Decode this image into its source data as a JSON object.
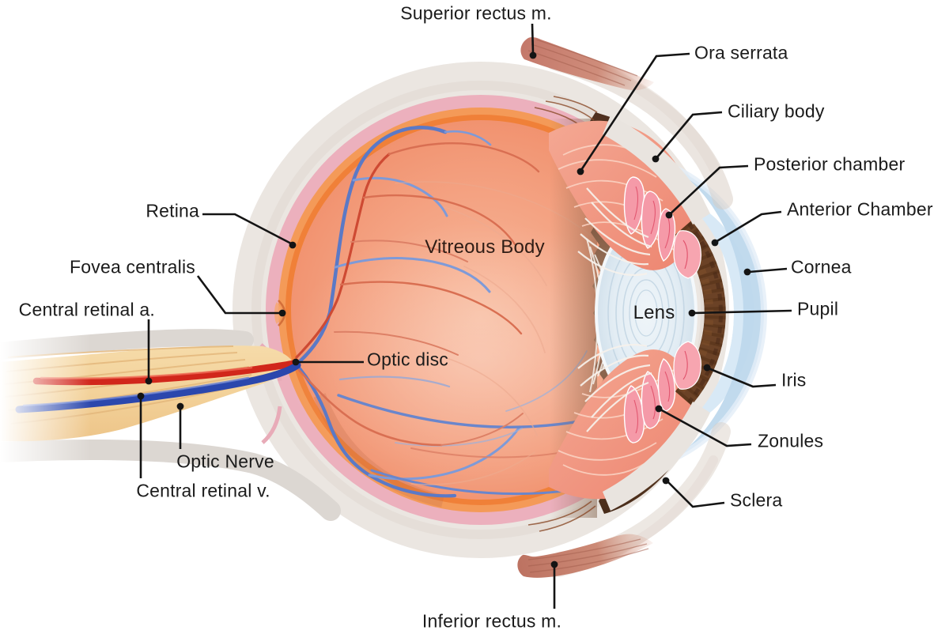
{
  "labels": {
    "superior_rectus": "Superior rectus m.",
    "ora_serrata": "Ora serrata",
    "ciliary_body": "Ciliary body",
    "posterior_chamber": "Posterior chamber",
    "anterior_chamber": "Anterior Chamber",
    "cornea": "Cornea",
    "pupil": "Pupil",
    "iris": "Iris",
    "zonules": "Zonules",
    "sclera": "Sclera",
    "inferior_rectus": "Inferior rectus m.",
    "retina": "Retina",
    "fovea_centralis": "Fovea centralis",
    "central_retinal_a": "Central retinal a.",
    "optic_nerve": "Optic Nerve",
    "central_retinal_v": "Central retinal v.",
    "optic_disc": "Optic disc",
    "vitreous_body": "Vitreous Body",
    "lens": "Lens"
  },
  "palette": {
    "background": "#ffffff",
    "label_text": "#1b1b1b",
    "leader_line": "#141414",
    "sclera": "#ebe6e1",
    "choroid_pink": "#ecb0bd",
    "retina_orange": "#f08038",
    "vitreous_salmon": "#f39d7c",
    "ora_serrata_brown": "#4c2e1e",
    "ciliary_salmon": "#ee8672",
    "ciliary_process_pink": "#f59aa8",
    "iris_brown": "#6b4226",
    "lens_blue": "#e3edf4",
    "cornea_blue": "#bed8ec",
    "anterior_chamber_blue": "#d8e9f6",
    "optic_nerve_wheat": "#f3d29a",
    "nerve_sheath_grey": "#dcd7d2",
    "artery_red": "#d1271b",
    "vein_blue": "#2b47ad",
    "muscle_salmon": "#c4786a"
  }
}
